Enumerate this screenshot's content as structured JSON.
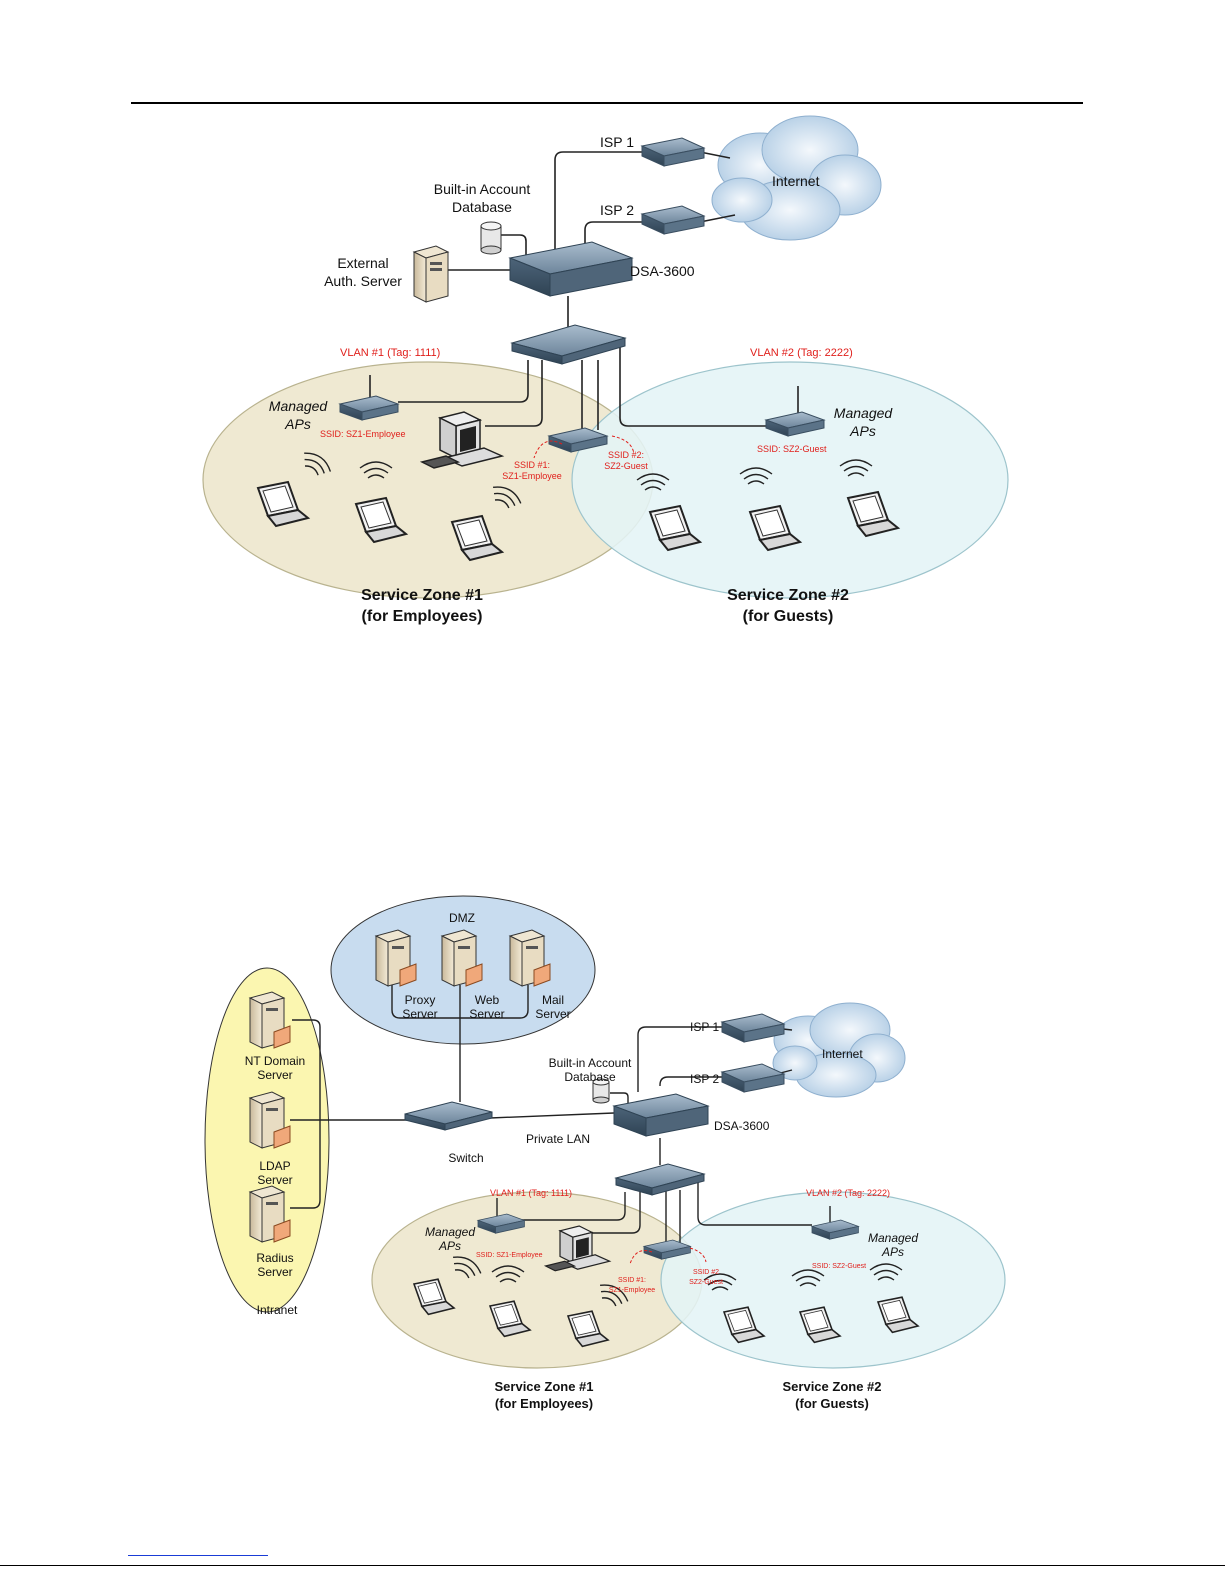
{
  "diagram1": {
    "isp1": "ISP 1",
    "isp2": "ISP 2",
    "internet": "Internet",
    "db_line1": "Built-in Account",
    "db_line2": "Database",
    "ext_line1": "External",
    "ext_line2": "Auth. Server",
    "gateway": "DSA-3600",
    "vlan1": "VLAN #1 (Tag: 1111)",
    "vlan2": "VLAN #2 (Tag: 2222)",
    "managed_aps_1a": "Managed",
    "managed_aps_1b": "APs",
    "managed_aps_2a": "Managed",
    "managed_aps_2b": "APs",
    "ssid_sz1": "SSID: SZ1-Employee",
    "ssid_sz2": "SSID: SZ2-Guest",
    "ssid1_line1": "SSID #1:",
    "ssid1_line2": "SZ1-Employee",
    "ssid2_line1": "SSID #2:",
    "ssid2_line2": "SZ2-Guest",
    "zone1_line1": "Service Zone #1",
    "zone1_line2": "(for Employees)",
    "zone2_line1": "Service Zone #2",
    "zone2_line2": "(for Guests)"
  },
  "diagram2": {
    "dmz": "DMZ",
    "proxy1": "Proxy",
    "proxy2": "Server",
    "web1": "Web",
    "web2": "Server",
    "mail1": "Mail",
    "mail2": "Server",
    "nt1": "NT Domain",
    "nt2": "Server",
    "ldap1": "LDAP",
    "ldap2": "Server",
    "radius1": "Radius",
    "radius2": "Server",
    "intranet": "Intranet",
    "switch": "Switch",
    "private_lan": "Private LAN",
    "isp1": "ISP 1",
    "isp2": "ISP 2",
    "internet": "Internet",
    "db_line1": "Built-in Account",
    "db_line2": "Database",
    "gateway": "DSA-3600",
    "vlan1": "VLAN #1 (Tag: 1111)",
    "vlan2": "VLAN #2 (Tag: 2222)",
    "managed_aps_1a": "Managed",
    "managed_aps_1b": "APs",
    "managed_aps_2a": "Managed",
    "managed_aps_2b": "APs",
    "ssid_sz1": "SSID: SZ1-Employee",
    "ssid_sz2": "SSID: SZ2-Guest",
    "ssid1_line1": "SSID #1:",
    "ssid1_line2": "SZ1-Employee",
    "ssid2_line1": "SSID #2",
    "ssid2_line2": "SZ2-Guest",
    "zone1_line1": "Service Zone #1",
    "zone1_line2": "(for Employees)",
    "zone2_line1": "Service Zone #2",
    "zone2_line2": "(for Guests)"
  },
  "colors": {
    "zone1_fill": "#efe9d2",
    "zone2_fill": "#e4f4f6",
    "dmz_fill": "#c8dcef",
    "intranet_fill": "#fbf6b0",
    "device": "#6f8aa3",
    "label_red": "#e0201c"
  }
}
